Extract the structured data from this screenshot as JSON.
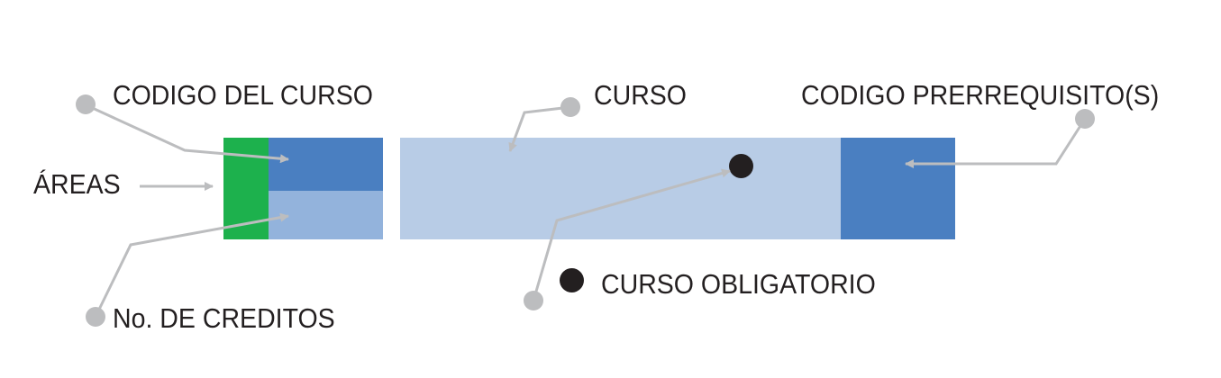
{
  "labels": {
    "areas": "ÁREAS",
    "codigo_curso": "CODIGO DEL CURSO",
    "creditos": "No. DE CREDITOS",
    "curso": "CURSO",
    "prerrequisito": "CODIGO PRERREQUISITO(S)",
    "obligatorio": "CURSO OBLIGATORIO"
  },
  "colors": {
    "area_green": "#1db14d",
    "code_blue": "#4a7fc1",
    "credits_blue": "#93b3dc",
    "course_light": "#b8cce6",
    "prereq_blue": "#4a7fc1",
    "pointer_gray": "#bcbdbf",
    "marker_black": "#231f20",
    "text": "#231f20"
  }
}
